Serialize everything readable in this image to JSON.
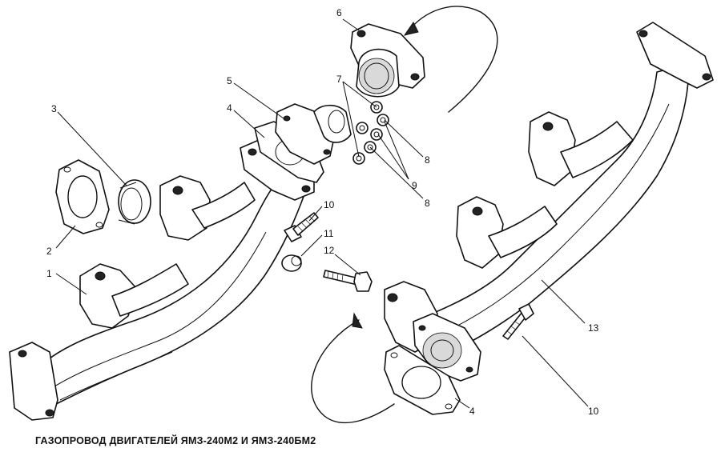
{
  "caption": "ГАЗОПРОВОД ДВИГАТЕЛЕЙ ЯМЗ-240М2 И ЯМЗ-240БМ2",
  "callouts": {
    "c1": "1",
    "c2": "2",
    "c3": "3",
    "c4a": "4",
    "c4b": "4",
    "c5": "5",
    "c6": "6",
    "c7": "7",
    "c8a": "8",
    "c8b": "8",
    "c9": "9",
    "c10a": "10",
    "c10b": "10",
    "c11": "11",
    "c12": "12",
    "c13": "13"
  }
}
